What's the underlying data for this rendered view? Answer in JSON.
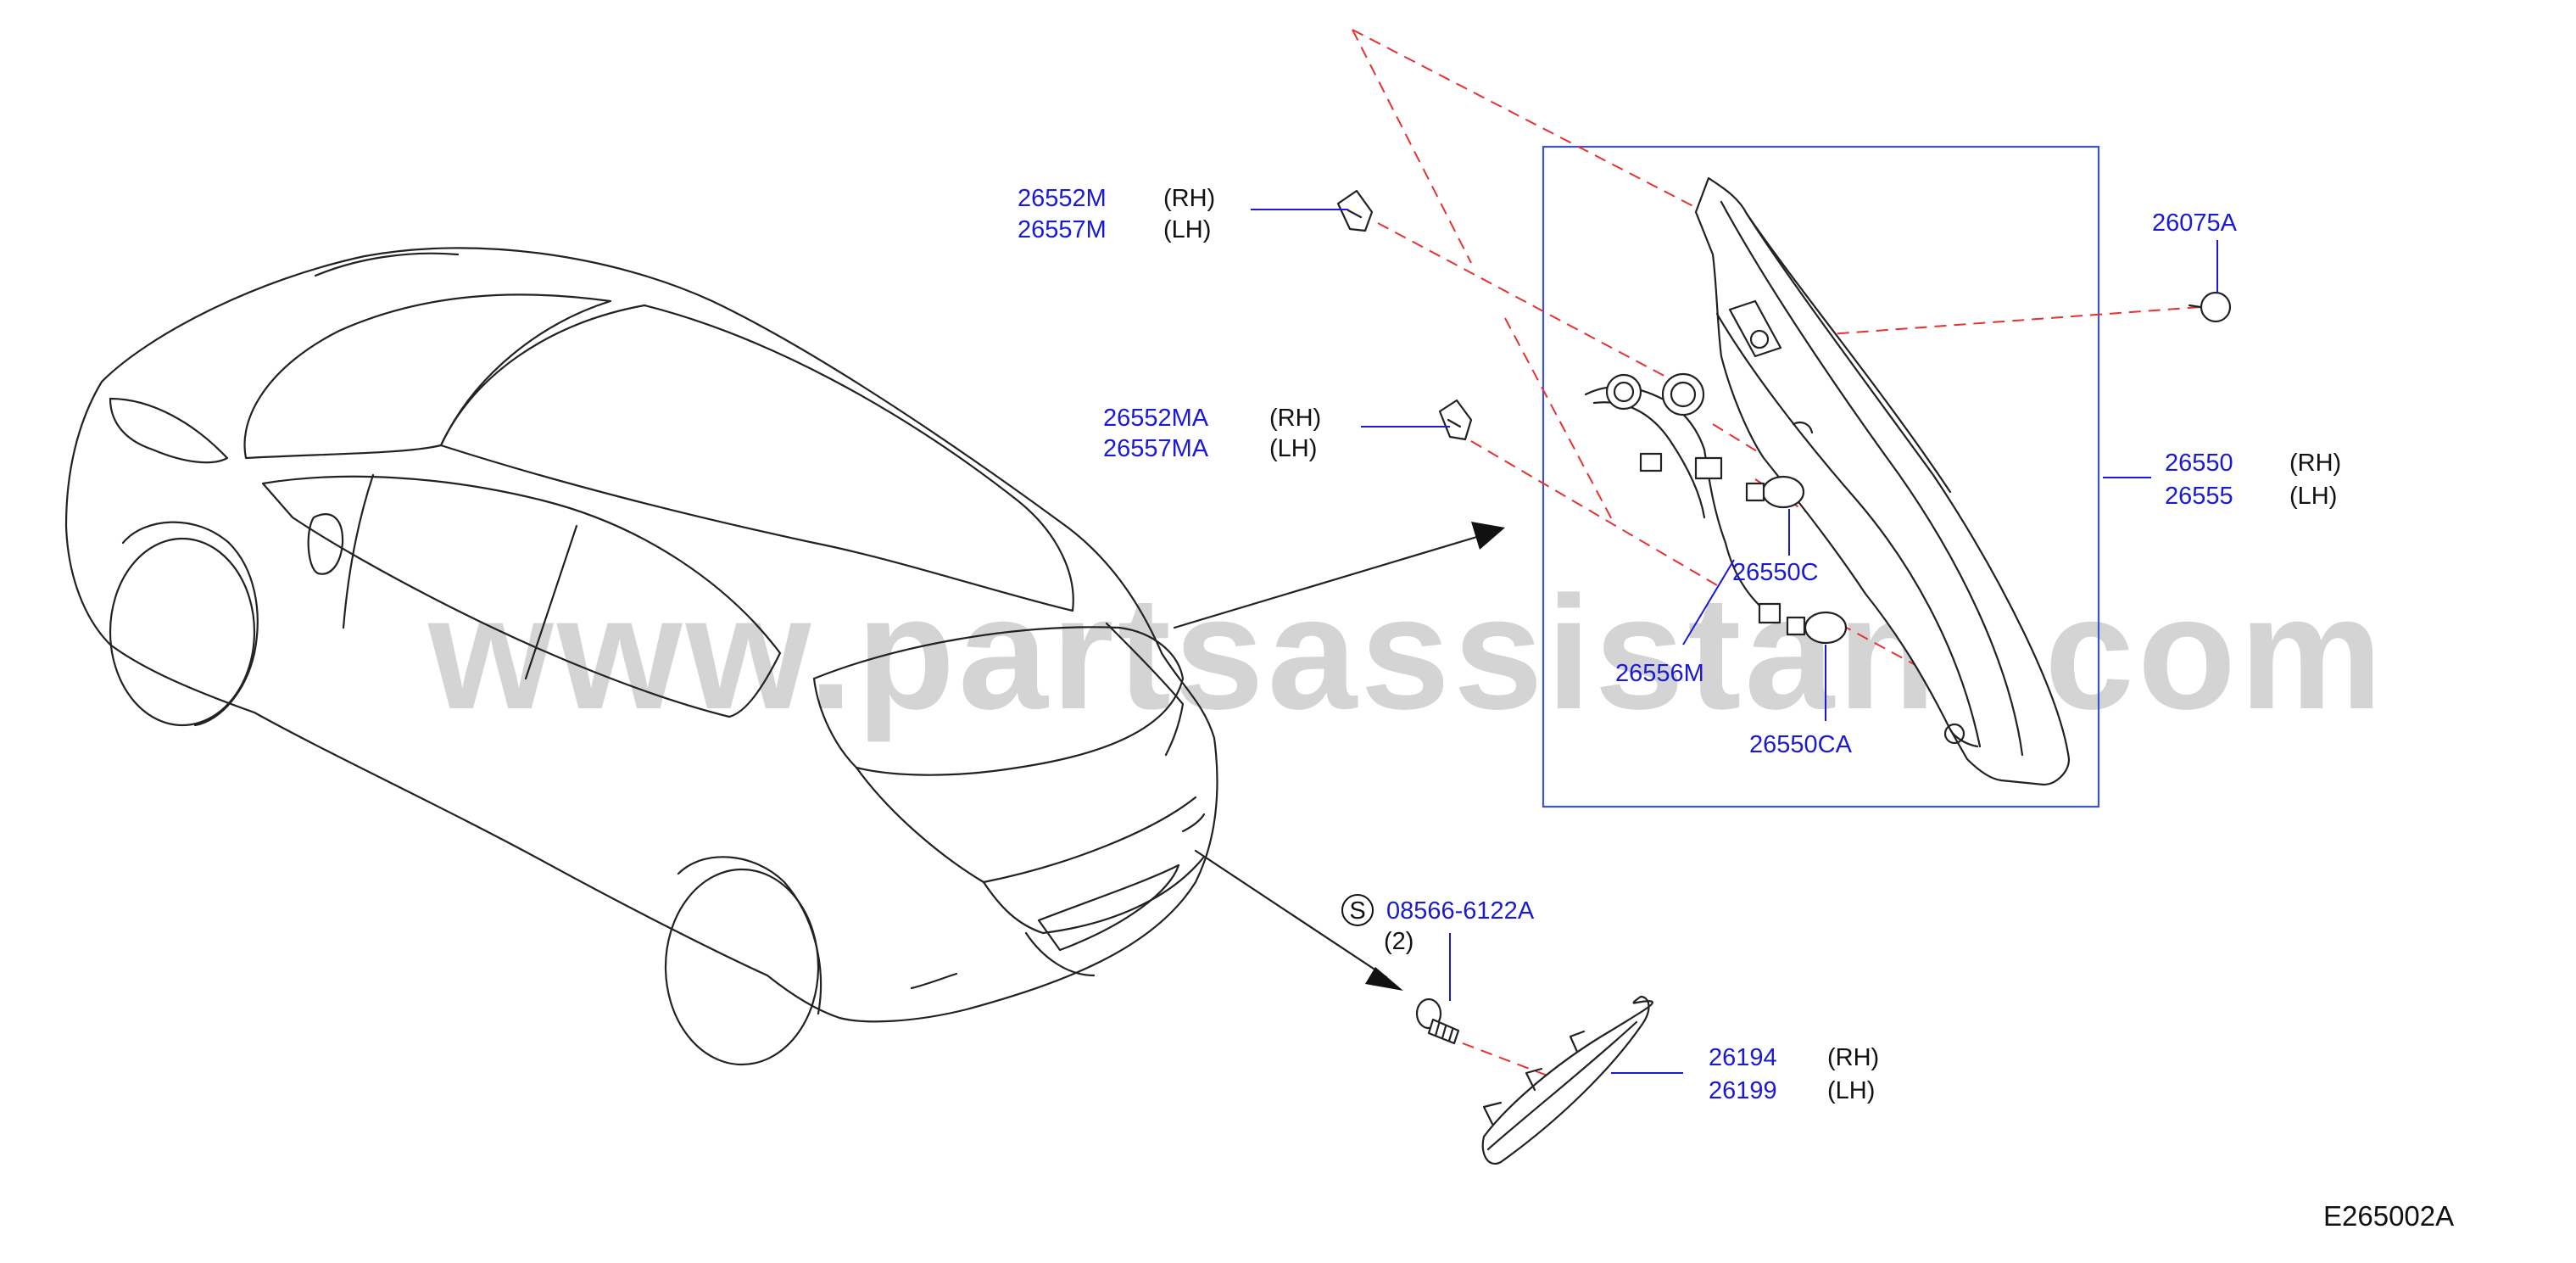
{
  "watermark": "www.partsassistant.com",
  "diagram_code": "E265002A",
  "callouts": [
    {
      "id": "c1",
      "number": "26552M",
      "side": "(RH)"
    },
    {
      "id": "c2",
      "number": "26557M",
      "side": "(LH)"
    },
    {
      "id": "c3",
      "number": "26552MA",
      "side": "(RH)"
    },
    {
      "id": "c4",
      "number": "26557MA",
      "side": "(LH)"
    },
    {
      "id": "c5",
      "number": "26075A",
      "side": ""
    },
    {
      "id": "c6",
      "number": "26550",
      "side": "(RH)"
    },
    {
      "id": "c7",
      "number": "26555",
      "side": "(LH)"
    },
    {
      "id": "c8",
      "number": "26550C",
      "side": ""
    },
    {
      "id": "c9",
      "number": "26556M",
      "side": ""
    },
    {
      "id": "c10",
      "number": "26550CA",
      "side": ""
    },
    {
      "id": "c11",
      "number": "08566-6122A",
      "side": "(2)"
    },
    {
      "id": "c12",
      "number": "26194",
      "side": "(RH)"
    },
    {
      "id": "c13",
      "number": "26199",
      "side": "(LH)"
    }
  ],
  "s_marker": "S",
  "icons": [
    "car-outline-icon",
    "tail-lamp-icon",
    "reflex-reflector-icon",
    "bulb-socket-icon",
    "bulb-icon",
    "screw-icon",
    "clip-icon"
  ]
}
